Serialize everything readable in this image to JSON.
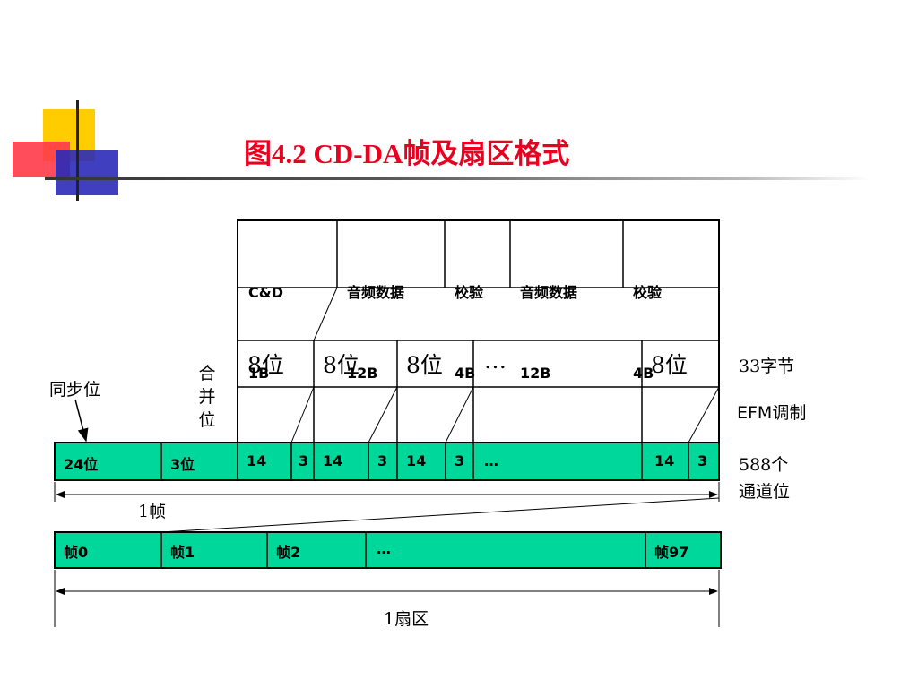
{
  "title": "图4.2 CD-DA帧及扇区格式",
  "top_row": [
    {
      "name": "C&D",
      "size": "1B"
    },
    {
      "name": "音频数据",
      "size": "12B"
    },
    {
      "name": "校验",
      "size": "4B"
    },
    {
      "name": "音频数据",
      "size": "12B"
    },
    {
      "name": "校验",
      "size": "4B"
    }
  ],
  "byte_cells": [
    "8位",
    "8位",
    "8位",
    "…",
    "8位"
  ],
  "labels": {
    "bytes33": "33字节",
    "efm": "EFM调制",
    "sync": "同步位",
    "merge_vertical": [
      "合",
      "并",
      "位"
    ],
    "channel_bits_1": "588个",
    "channel_bits_2": "通道位",
    "frame_span": "1帧",
    "sector_span": "1扇区"
  },
  "frame_row": [
    "24位",
    "3位",
    "14",
    "3",
    "14",
    "3",
    "14",
    "3",
    "…",
    "14",
    "3"
  ],
  "sector_row": [
    "帧0",
    "帧1",
    "帧2",
    "…",
    "帧97"
  ],
  "colors": {
    "title": "#e8001e",
    "green": "#00d79a"
  }
}
